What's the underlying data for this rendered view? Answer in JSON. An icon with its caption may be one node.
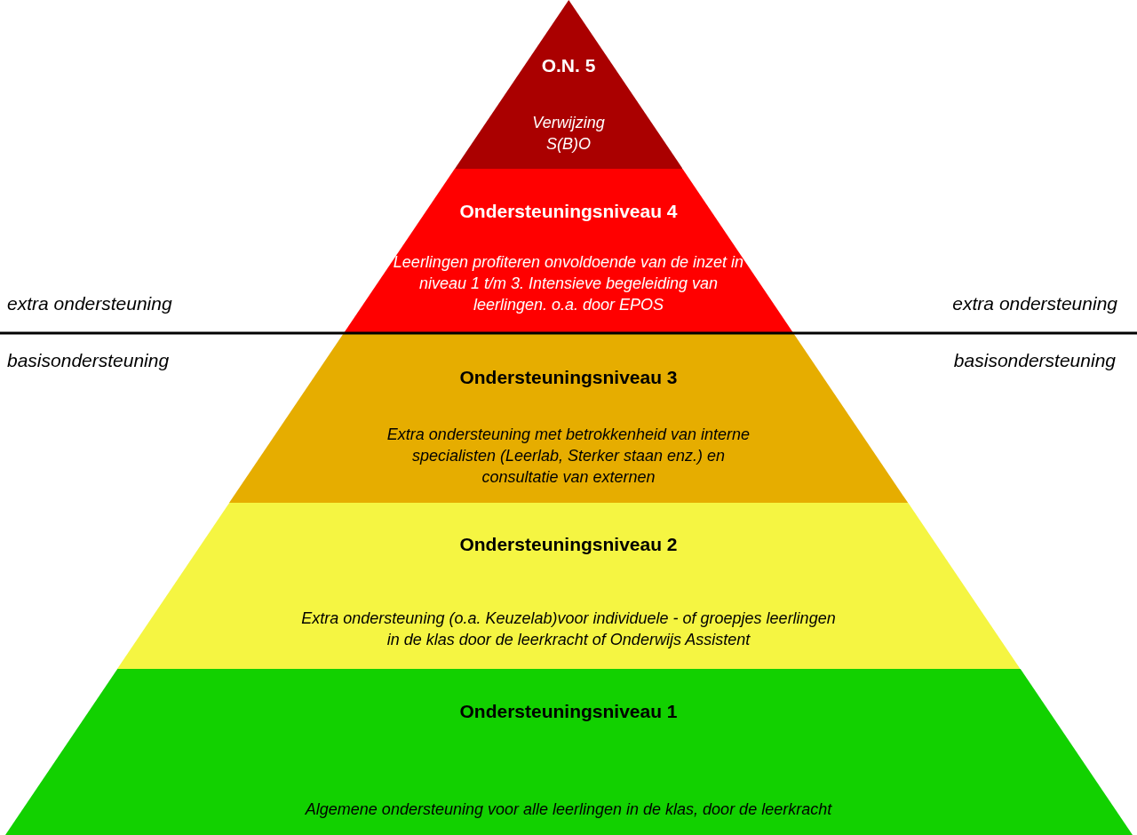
{
  "diagram": {
    "nodes": [
      {
        "text": [
          "O.N. 5",
          "Verwijzing S(B)O"
        ]
      },
      {
        "text": [
          "Ondersteuningsniveau 4",
          "Leerlingen profiteren onvoldoende van de inzet in niveau 1 t/m 3. Intensieve begeleiding van leerlingen. o.a. door EPOS"
        ]
      },
      {
        "text": [
          "Ondersteuningsniveau 3",
          "Extra ondersteuning met betrokkenheid van interne specialisten (Leerlab, Sterker staan enz.) en consultatie van externen"
        ]
      },
      {
        "text": [
          "Ondersteuningsniveau 2",
          "Extra ondersteuning (o.a. Keuzelab)voor individuele - of groepjes leerlingen in de klas door de leerkracht of Onderwijs Assistent"
        ]
      },
      {
        "text": [
          "Ondersteuningsniveau 1",
          "Algemene ondersteuning voor alle leerlingen in de klas, door de leerkracht"
        ]
      }
    ],
    "labels": [
      "extra ondersteuning",
      "extra ondersteuning",
      "basisondersteuning",
      "basisondersteuning"
    ]
  }
}
